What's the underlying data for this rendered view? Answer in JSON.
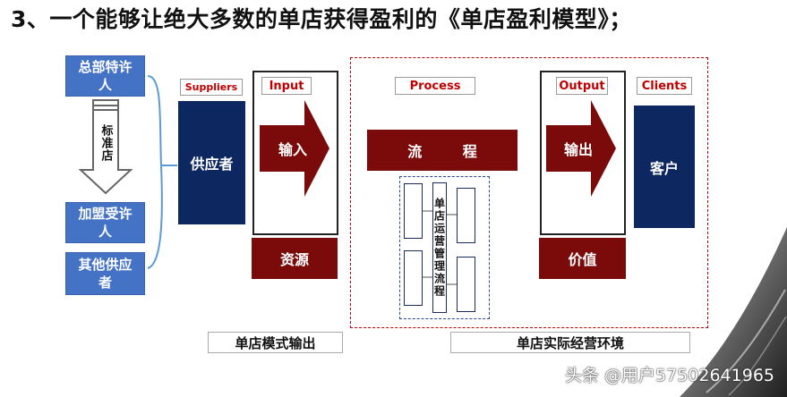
{
  "title": "3、一个能够让绝大多数的单店获得盈利的《单店盈利模型》；",
  "left": {
    "franchisor": "总部特许人",
    "standard_store": "标准店",
    "franchisee": "加盟受许人",
    "other_supplier": "其他供应者"
  },
  "supply": {
    "tag": "Suppliers",
    "box": "供应者"
  },
  "input": {
    "tag": "Input",
    "arrow": "输入",
    "resource": "资源"
  },
  "process": {
    "tag": "Process",
    "bar": "流 程",
    "center": "单店运营管理流程"
  },
  "output": {
    "tag": "Output",
    "arrow": "输出",
    "value": "价值"
  },
  "clients": {
    "tag": "Clients",
    "box": "客户"
  },
  "footer": {
    "model_output": "单店模式输出",
    "environment": "单店实际经营环境"
  },
  "watermark": "头条 @用户57502641965",
  "colors": {
    "blue": "#4472c4",
    "navy": "#0d2760",
    "dark_red": "#7b0b0b",
    "tag_red": "#c00000"
  }
}
